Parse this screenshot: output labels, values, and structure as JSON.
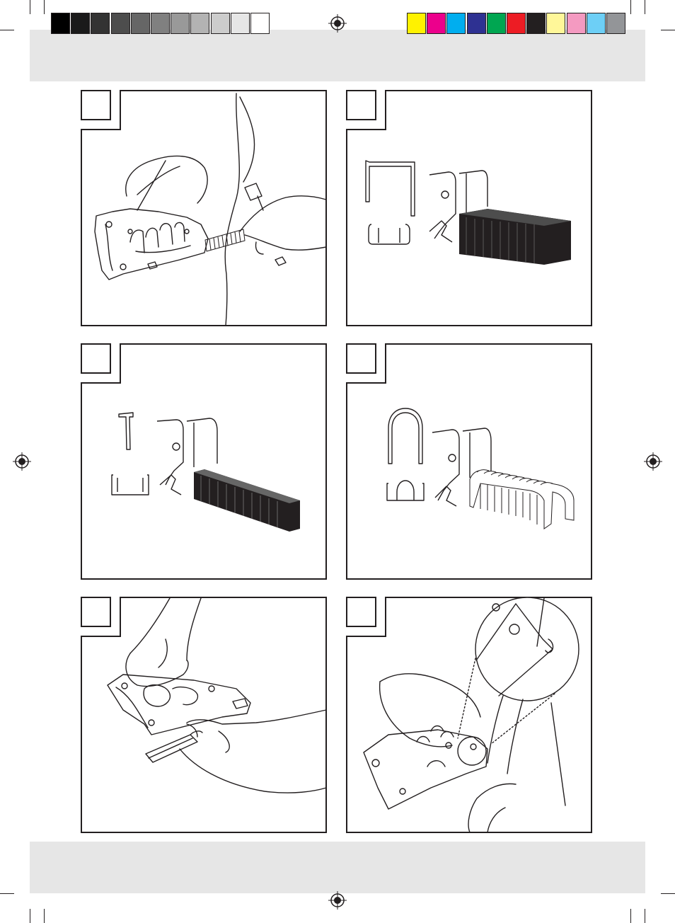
{
  "print_marks": {
    "grayscale_swatches": [
      "#000000",
      "#1a1a1a",
      "#333333",
      "#4d4d4d",
      "#666666",
      "#808080",
      "#999999",
      "#b3b3b3",
      "#cccccc",
      "#e6e6e6",
      "#ffffff"
    ],
    "color_swatches": [
      "#fff200",
      "#ec008c",
      "#00aeef",
      "#2e3192",
      "#00a651",
      "#ed1c24",
      "#231f20",
      "#fff799",
      "#f49ac1",
      "#6dcff6",
      "#939598"
    ],
    "registration_icon": "registration-mark-icon"
  },
  "colors": {
    "line": "#231f20",
    "band": "#e6e6e6",
    "staples_dark": "#231f20"
  },
  "panels": [
    {
      "id": "1",
      "number": "",
      "illustration": "hand-loading-staple-strip"
    },
    {
      "id": "2",
      "number": "",
      "illustration": "flat-staples-and-magazine"
    },
    {
      "id": "3",
      "number": "",
      "illustration": "brad-nails-and-magazine"
    },
    {
      "id": "4",
      "number": "",
      "illustration": "round-cable-staples-and-magazine"
    },
    {
      "id": "5",
      "number": "",
      "illustration": "hands-inserting-magazine"
    },
    {
      "id": "6",
      "number": "",
      "illustration": "stapling-cable-with-detail-zoom"
    }
  ]
}
